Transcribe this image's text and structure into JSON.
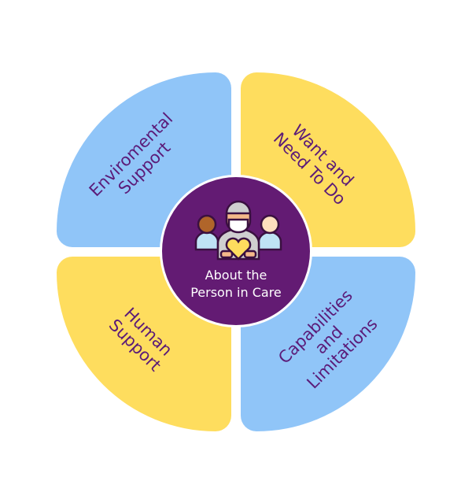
{
  "center": {
    "line1": "About the",
    "line2": "Person in Care",
    "icon": "caregiver-group-icon"
  },
  "quadrants": [
    {
      "line1": "Enviromental",
      "line2": "Support"
    },
    {
      "line1": "Want and",
      "line2": "Need To Do"
    },
    {
      "line1": "Human",
      "line2": "Support"
    },
    {
      "line1": "Capabilities",
      "line2": "and",
      "line3": "Limitations"
    }
  ],
  "colors": {
    "blue": "#90c5f8",
    "yellow": "#fedd5e",
    "purple": "#631b73",
    "text": "#5b1b78"
  }
}
